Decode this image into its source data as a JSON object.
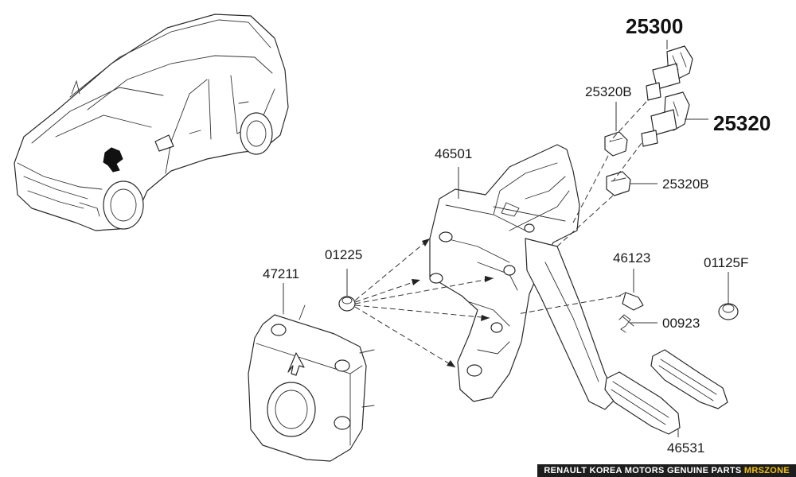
{
  "labels": {
    "p25300": "25300",
    "p25320": "25320",
    "p25320b_top": "25320B",
    "p25320b_bottom": "25320B",
    "p46501": "46501",
    "p01225": "01225",
    "p47211": "47211",
    "p46123": "46123",
    "p01125f": "01125F",
    "p00923": "00923",
    "p46531": "46531"
  },
  "footer": {
    "text": "RENAULT KOREA MOTORS GENUINE PARTS",
    "brand": "MRSZONE",
    "accent_color": "#f2c200"
  }
}
